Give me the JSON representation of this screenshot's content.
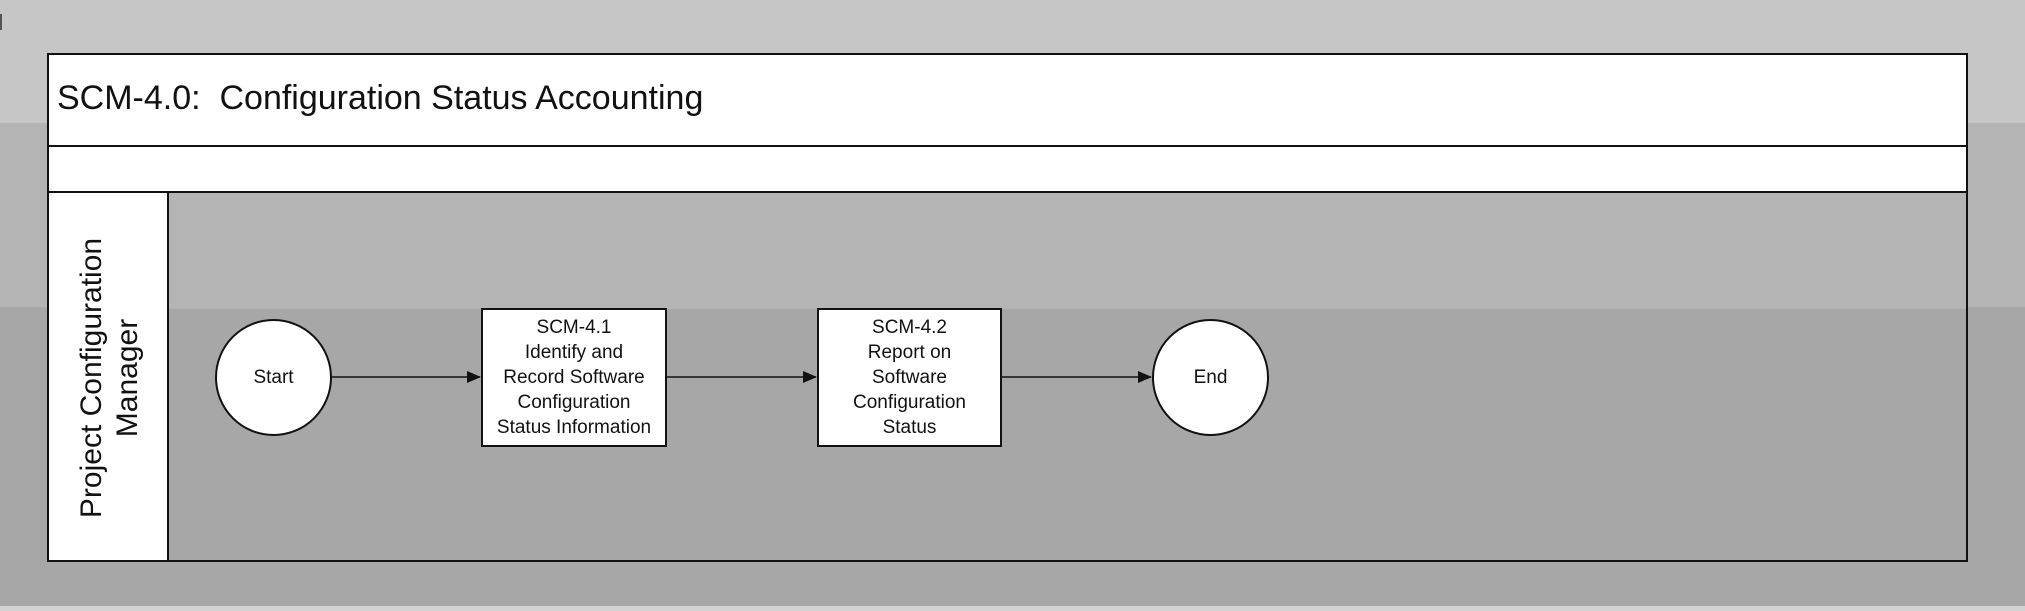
{
  "diagram": {
    "title": "SCM-4.0:  Configuration Status Accounting",
    "subtitle": "",
    "lane": {
      "label_line1": "Project Configuration",
      "label_line2": "Manager"
    },
    "nodes": {
      "start": {
        "label": "Start"
      },
      "task1": {
        "lines": [
          "SCM-4.1",
          "Identify and",
          "Record Software",
          "Configuration",
          "Status Information"
        ]
      },
      "task2": {
        "lines": [
          "SCM-4.2",
          "Report on",
          "Software",
          "Configuration",
          "Status"
        ]
      },
      "end": {
        "label": "End"
      }
    },
    "edges": [
      {
        "from": "start",
        "to": "task1"
      },
      {
        "from": "task1",
        "to": "task2"
      },
      {
        "from": "task2",
        "to": "end"
      }
    ]
  },
  "colors": {
    "line": "#111111",
    "node_fill": "#ffffff",
    "lane_fill": "#a7a7a7"
  }
}
